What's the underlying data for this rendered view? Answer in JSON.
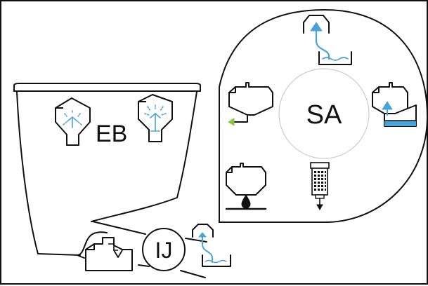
{
  "labels": {
    "eb": "EB",
    "sa": "SA",
    "ij": "IJ"
  },
  "colors": {
    "stroke": "#111111",
    "water": "#4aa3d8",
    "water_fill": "#bfe3f5",
    "arrow_green": "#8ac43f",
    "inner_circle": "#cccccc"
  },
  "icons": [
    "tank-spray-icon",
    "tank-spray-nozzle-icon",
    "water-supply-icon",
    "tank-drain-icon",
    "tank-fill-icon",
    "tank-drop-icon",
    "filter-cartridge-icon",
    "small-tank-arrow-icon",
    "water-supply-small-icon"
  ]
}
